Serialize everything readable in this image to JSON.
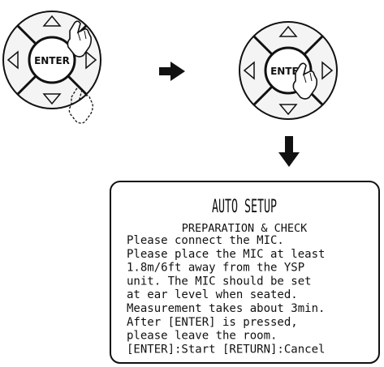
{
  "remote_left": {
    "enter_label": "ENTER"
  },
  "remote_right": {
    "enter_label": "ENTER"
  },
  "lcd": {
    "title": "AUTO SETUP",
    "subtitle": "PREPARATION & CHECK",
    "lines": [
      "Please connect the MIC.",
      "Please place the MIC at least",
      "1.8m/6ft away from the YSP",
      "unit. The MIC should be set",
      "at ear level when seated.",
      "Measurement takes about 3min.",
      "After [ENTER] is pressed,",
      "please leave the room.",
      "[ENTER]:Start [RETURN]:Cancel"
    ]
  },
  "colors": {
    "ink": "#111111",
    "paper": "#ffffff",
    "ring_fill": "#f4f4f4"
  },
  "icons": [
    "up-arrow-icon",
    "down-arrow-icon",
    "left-arrow-icon",
    "right-arrow-icon",
    "pointing-hand-icon",
    "right-arrow-indicator-icon",
    "down-arrow-indicator-icon"
  ]
}
